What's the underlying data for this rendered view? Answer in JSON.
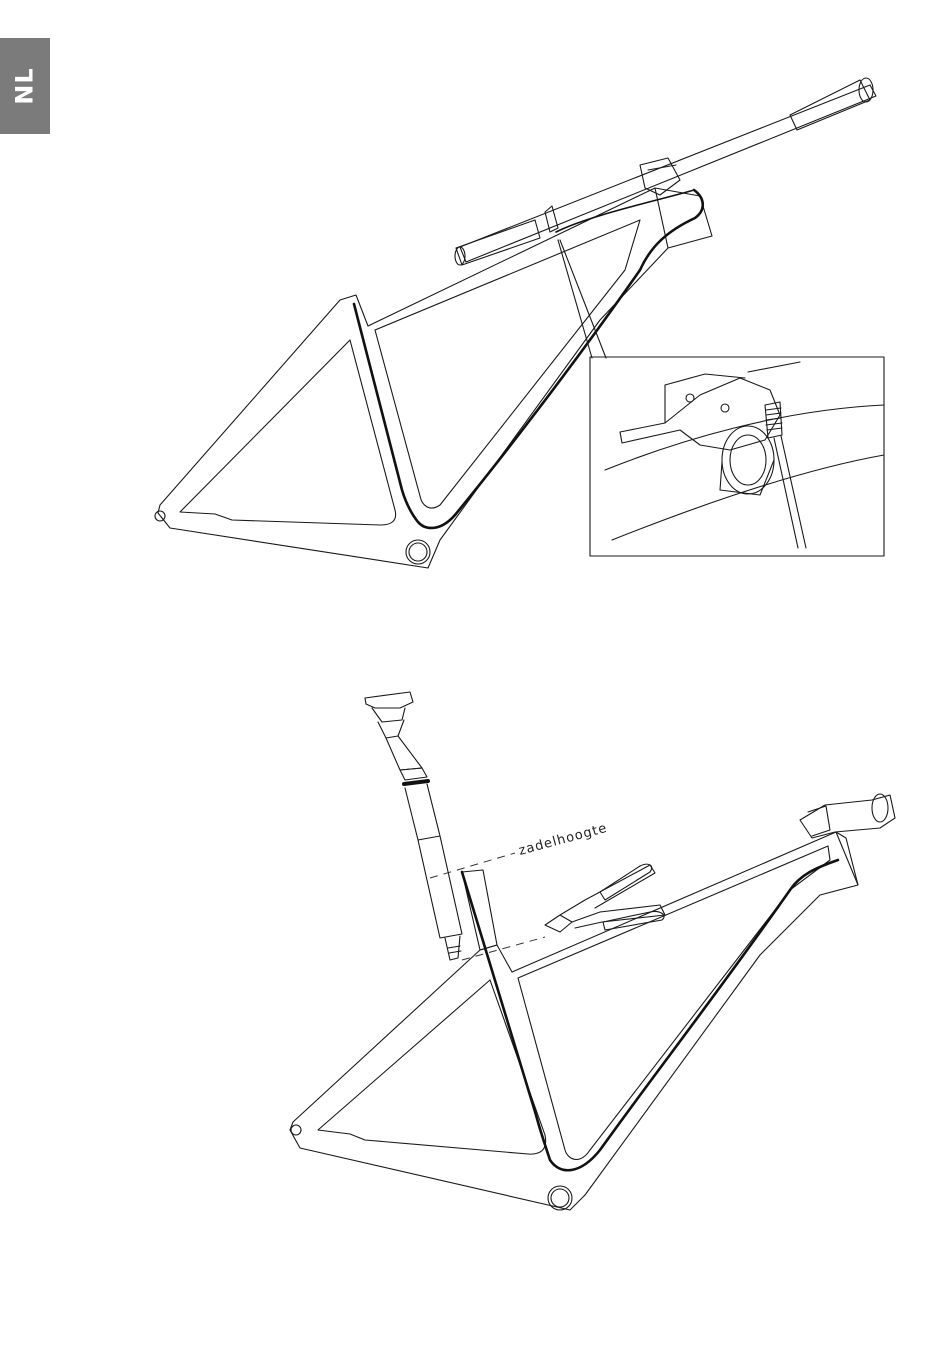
{
  "language_tab": {
    "label": "NL"
  },
  "figure2": {
    "seat_height_label": "zadelhoogte"
  },
  "colors": {
    "tab": "#7b7b7b",
    "line": "#1a1a1a",
    "cable": "#111111"
  },
  "icons": [
    "bike-frame-illustration",
    "handlebar-illustration",
    "dropper-lever-detail",
    "dropper-seatpost-illustration",
    "stem-illustration",
    "cable-cutter-illustration"
  ]
}
